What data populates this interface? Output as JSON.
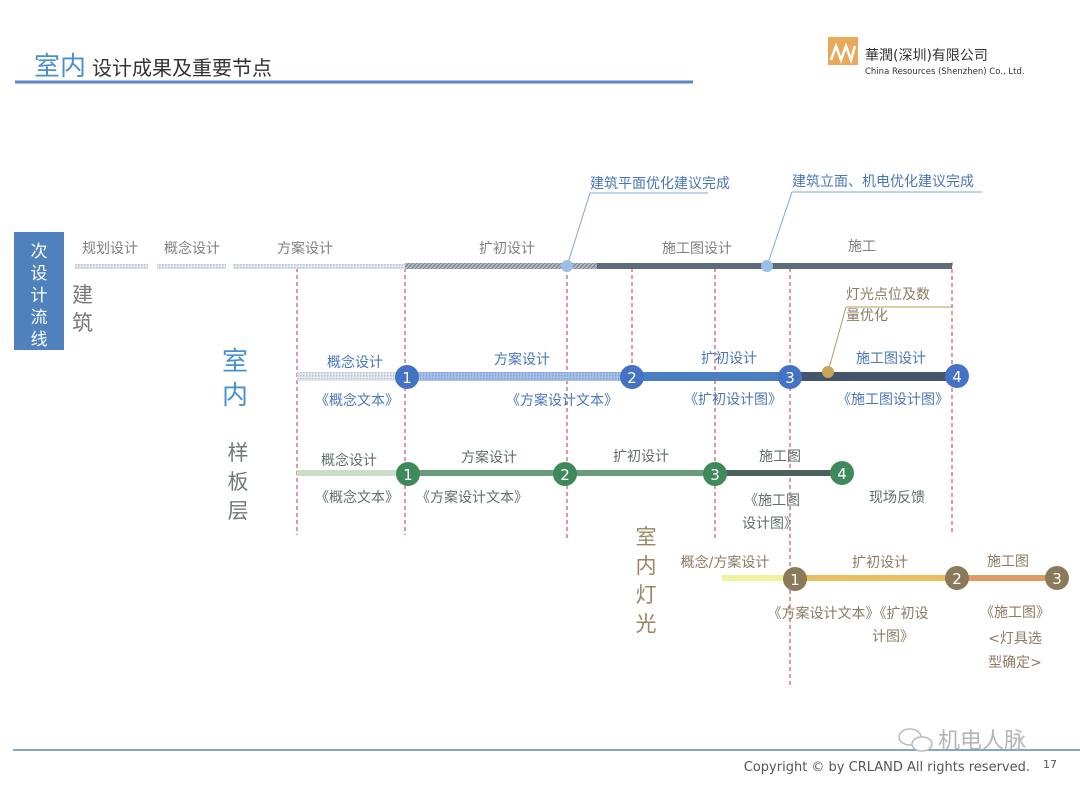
{
  "header": {
    "title_accent": "室内",
    "title_rest": "设计成果及重要节点",
    "company_cn": "華潤(深圳)有限公司",
    "company_en": "China Resources (Shenzhen) Co., Ltd."
  },
  "side_box": {
    "label": [
      "次",
      "设",
      "计",
      "流",
      "线"
    ]
  },
  "architecture": {
    "label": [
      "建",
      "筑"
    ],
    "phases": [
      "规划设计",
      "概念设计",
      "方案设计",
      "扩初设计",
      "施工图设计",
      "施工"
    ],
    "callouts": [
      "建筑平面优化建议完成",
      "建筑立面、机电优化建议完成"
    ]
  },
  "interior": {
    "label": [
      "室",
      "内"
    ],
    "phases": [
      "概念设计",
      "方案设计",
      "扩初设计",
      "施工图设计"
    ],
    "nodes": [
      "1",
      "2",
      "3",
      "4"
    ],
    "deliverables": [
      "《概念文本》",
      "《方案设计文本》",
      "《扩初设计图》",
      "《施工图设计图》"
    ],
    "callout": [
      "灯光点位及数",
      "量优化"
    ]
  },
  "sample_floor": {
    "label": [
      "样",
      "板",
      "层"
    ],
    "phases": [
      "概念设计",
      "方案设计",
      "扩初设计",
      "施工图"
    ],
    "nodes": [
      "1",
      "2",
      "3",
      "4"
    ],
    "deliverables": [
      "《概念文本》",
      "《方案设计文本》",
      "《施工图",
      "设计图》",
      "现场反馈"
    ]
  },
  "lighting": {
    "label": [
      "室",
      "内",
      "灯",
      "光"
    ],
    "phases": [
      "概念/方案设计",
      "扩初设计",
      "施工图"
    ],
    "nodes": [
      "1",
      "2",
      "3"
    ],
    "deliverables": [
      "《方案设计文本》《扩初设",
      "计图》",
      "《施工图》",
      "<灯具选",
      "型确定>"
    ]
  },
  "footer": {
    "watermark": "机电人脉",
    "copyright": "Copyright © by CRLAND All rights reserved.",
    "page_number": "17"
  },
  "colors": {
    "accent_blue": "#4a76b8",
    "interior_node": "#4472c4",
    "sample_node": "#3f8a5a",
    "lighting_node": "#8b7a5a",
    "milestone_line": "#c0304a"
  }
}
